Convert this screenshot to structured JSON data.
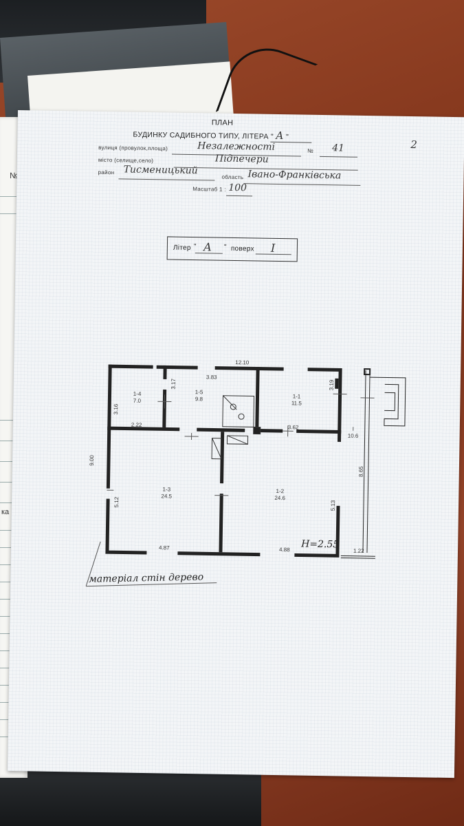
{
  "page_number": "2",
  "header": {
    "title": "ПЛАН",
    "subtitle": "БУДИНКУ САДИБНОГО ТИПУ, ЛІТЕРА",
    "litera_value": "А",
    "street_label": "вулиця (провулок,площа)",
    "street_value": "Незалежності",
    "number_label": "№",
    "number_value": "41",
    "city_label": "місто (селище,село)",
    "city_value": "Підпечери",
    "district_label": "район",
    "district_value": "Тисменицький",
    "region_label": "область",
    "region_value": "Івано-Франківська",
    "scale_label": "Масштаб 1 :",
    "scale_value": "100"
  },
  "floor_box": {
    "litera_label": "Літер",
    "litera_value": "А",
    "floor_label": "поверх",
    "floor_value": "I"
  },
  "plan": {
    "dims": {
      "top_total": "12.10",
      "top_room": "3.83",
      "left_total": "9.00",
      "room14_h": "3.16",
      "room14_w": "2.22",
      "room15_h": "3.17",
      "room11_h": "3.19",
      "room11_w": "3.62",
      "room13_h": "5.12",
      "room12_h": "5.13",
      "bottom_left": "4.87",
      "bottom_right": "4.88",
      "right_total": "8.65",
      "porch_w": "1.22"
    },
    "rooms": [
      {
        "id": "1-4",
        "area": "7.0"
      },
      {
        "id": "1-5",
        "area": "9.8"
      },
      {
        "id": "1-1",
        "area": "11.5"
      },
      {
        "id": "I",
        "area": "10.6"
      },
      {
        "id": "1-3",
        "area": "24.5"
      },
      {
        "id": "1-2",
        "area": "24.6"
      }
    ],
    "height_note": "H=2.55",
    "material_note": "матеріал стін дерево"
  },
  "left_page": {
    "no_label": "№",
    "fragment": "ка"
  }
}
